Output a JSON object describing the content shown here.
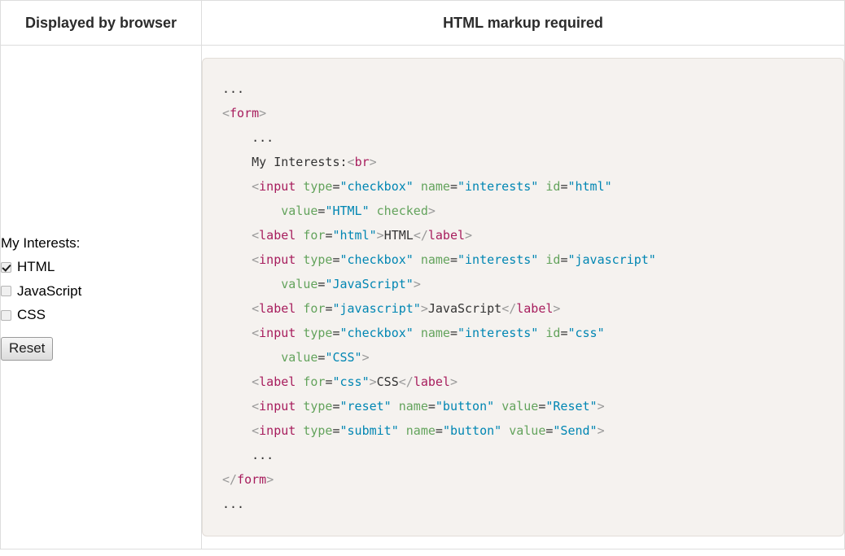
{
  "table": {
    "headers": {
      "left": "Displayed by browser",
      "right": "HTML markup required"
    }
  },
  "demo": {
    "legend": "My Interests:",
    "checkboxes": [
      {
        "label": "HTML",
        "checked": true,
        "id": "html",
        "value": "HTML"
      },
      {
        "label": "JavaScript",
        "checked": false,
        "id": "javascript",
        "value": "JavaScript"
      },
      {
        "label": "CSS",
        "checked": false,
        "id": "css",
        "value": "CSS"
      }
    ],
    "reset_label": "Reset"
  },
  "code": {
    "language": "html",
    "lines": [
      [
        {
          "t": "dots",
          "s": "..."
        }
      ],
      [
        {
          "t": "brk",
          "s": "<"
        },
        {
          "t": "tag",
          "s": "form"
        },
        {
          "t": "brk",
          "s": ">"
        }
      ],
      [
        {
          "t": "dots",
          "s": "    ..."
        }
      ],
      [
        {
          "t": "txt",
          "s": "    My Interests:"
        },
        {
          "t": "brk",
          "s": "<"
        },
        {
          "t": "tag",
          "s": "br"
        },
        {
          "t": "brk",
          "s": ">"
        }
      ],
      [
        {
          "t": "txt",
          "s": "    "
        },
        {
          "t": "brk",
          "s": "<"
        },
        {
          "t": "tag",
          "s": "input"
        },
        {
          "t": "txt",
          "s": " "
        },
        {
          "t": "attr",
          "s": "type"
        },
        {
          "t": "txt",
          "s": "="
        },
        {
          "t": "val",
          "s": "\"checkbox\""
        },
        {
          "t": "txt",
          "s": " "
        },
        {
          "t": "attr",
          "s": "name"
        },
        {
          "t": "txt",
          "s": "="
        },
        {
          "t": "val",
          "s": "\"interests\""
        },
        {
          "t": "txt",
          "s": " "
        },
        {
          "t": "attr",
          "s": "id"
        },
        {
          "t": "txt",
          "s": "="
        },
        {
          "t": "val",
          "s": "\"html\""
        }
      ],
      [
        {
          "t": "txt",
          "s": "        "
        },
        {
          "t": "attr",
          "s": "value"
        },
        {
          "t": "txt",
          "s": "="
        },
        {
          "t": "val",
          "s": "\"HTML\""
        },
        {
          "t": "txt",
          "s": " "
        },
        {
          "t": "attr",
          "s": "checked"
        },
        {
          "t": "brk",
          "s": ">"
        }
      ],
      [
        {
          "t": "txt",
          "s": "    "
        },
        {
          "t": "brk",
          "s": "<"
        },
        {
          "t": "tag",
          "s": "label"
        },
        {
          "t": "txt",
          "s": " "
        },
        {
          "t": "attr",
          "s": "for"
        },
        {
          "t": "txt",
          "s": "="
        },
        {
          "t": "val",
          "s": "\"html\""
        },
        {
          "t": "brk",
          "s": ">"
        },
        {
          "t": "txt",
          "s": "HTML"
        },
        {
          "t": "brk",
          "s": "</"
        },
        {
          "t": "tag",
          "s": "label"
        },
        {
          "t": "brk",
          "s": ">"
        }
      ],
      [
        {
          "t": "txt",
          "s": "    "
        },
        {
          "t": "brk",
          "s": "<"
        },
        {
          "t": "tag",
          "s": "input"
        },
        {
          "t": "txt",
          "s": " "
        },
        {
          "t": "attr",
          "s": "type"
        },
        {
          "t": "txt",
          "s": "="
        },
        {
          "t": "val",
          "s": "\"checkbox\""
        },
        {
          "t": "txt",
          "s": " "
        },
        {
          "t": "attr",
          "s": "name"
        },
        {
          "t": "txt",
          "s": "="
        },
        {
          "t": "val",
          "s": "\"interests\""
        },
        {
          "t": "txt",
          "s": " "
        },
        {
          "t": "attr",
          "s": "id"
        },
        {
          "t": "txt",
          "s": "="
        },
        {
          "t": "val",
          "s": "\"javascript\""
        }
      ],
      [
        {
          "t": "txt",
          "s": "        "
        },
        {
          "t": "attr",
          "s": "value"
        },
        {
          "t": "txt",
          "s": "="
        },
        {
          "t": "val",
          "s": "\"JavaScript\""
        },
        {
          "t": "brk",
          "s": ">"
        }
      ],
      [
        {
          "t": "txt",
          "s": "    "
        },
        {
          "t": "brk",
          "s": "<"
        },
        {
          "t": "tag",
          "s": "label"
        },
        {
          "t": "txt",
          "s": " "
        },
        {
          "t": "attr",
          "s": "for"
        },
        {
          "t": "txt",
          "s": "="
        },
        {
          "t": "val",
          "s": "\"javascript\""
        },
        {
          "t": "brk",
          "s": ">"
        },
        {
          "t": "txt",
          "s": "JavaScript"
        },
        {
          "t": "brk",
          "s": "</"
        },
        {
          "t": "tag",
          "s": "label"
        },
        {
          "t": "brk",
          "s": ">"
        }
      ],
      [
        {
          "t": "txt",
          "s": "    "
        },
        {
          "t": "brk",
          "s": "<"
        },
        {
          "t": "tag",
          "s": "input"
        },
        {
          "t": "txt",
          "s": " "
        },
        {
          "t": "attr",
          "s": "type"
        },
        {
          "t": "txt",
          "s": "="
        },
        {
          "t": "val",
          "s": "\"checkbox\""
        },
        {
          "t": "txt",
          "s": " "
        },
        {
          "t": "attr",
          "s": "name"
        },
        {
          "t": "txt",
          "s": "="
        },
        {
          "t": "val",
          "s": "\"interests\""
        },
        {
          "t": "txt",
          "s": " "
        },
        {
          "t": "attr",
          "s": "id"
        },
        {
          "t": "txt",
          "s": "="
        },
        {
          "t": "val",
          "s": "\"css\""
        }
      ],
      [
        {
          "t": "txt",
          "s": "        "
        },
        {
          "t": "attr",
          "s": "value"
        },
        {
          "t": "txt",
          "s": "="
        },
        {
          "t": "val",
          "s": "\"CSS\""
        },
        {
          "t": "brk",
          "s": ">"
        }
      ],
      [
        {
          "t": "txt",
          "s": "    "
        },
        {
          "t": "brk",
          "s": "<"
        },
        {
          "t": "tag",
          "s": "label"
        },
        {
          "t": "txt",
          "s": " "
        },
        {
          "t": "attr",
          "s": "for"
        },
        {
          "t": "txt",
          "s": "="
        },
        {
          "t": "val",
          "s": "\"css\""
        },
        {
          "t": "brk",
          "s": ">"
        },
        {
          "t": "txt",
          "s": "CSS"
        },
        {
          "t": "brk",
          "s": "</"
        },
        {
          "t": "tag",
          "s": "label"
        },
        {
          "t": "brk",
          "s": ">"
        }
      ],
      [
        {
          "t": "txt",
          "s": "    "
        },
        {
          "t": "brk",
          "s": "<"
        },
        {
          "t": "tag",
          "s": "input"
        },
        {
          "t": "txt",
          "s": " "
        },
        {
          "t": "attr",
          "s": "type"
        },
        {
          "t": "txt",
          "s": "="
        },
        {
          "t": "val",
          "s": "\"reset\""
        },
        {
          "t": "txt",
          "s": " "
        },
        {
          "t": "attr",
          "s": "name"
        },
        {
          "t": "txt",
          "s": "="
        },
        {
          "t": "val",
          "s": "\"button\""
        },
        {
          "t": "txt",
          "s": " "
        },
        {
          "t": "attr",
          "s": "value"
        },
        {
          "t": "txt",
          "s": "="
        },
        {
          "t": "val",
          "s": "\"Reset\""
        },
        {
          "t": "brk",
          "s": ">"
        }
      ],
      [
        {
          "t": "txt",
          "s": "    "
        },
        {
          "t": "brk",
          "s": "<"
        },
        {
          "t": "tag",
          "s": "input"
        },
        {
          "t": "txt",
          "s": " "
        },
        {
          "t": "attr",
          "s": "type"
        },
        {
          "t": "txt",
          "s": "="
        },
        {
          "t": "val",
          "s": "\"submit\""
        },
        {
          "t": "txt",
          "s": " "
        },
        {
          "t": "attr",
          "s": "name"
        },
        {
          "t": "txt",
          "s": "="
        },
        {
          "t": "val",
          "s": "\"button\""
        },
        {
          "t": "txt",
          "s": " "
        },
        {
          "t": "attr",
          "s": "value"
        },
        {
          "t": "txt",
          "s": "="
        },
        {
          "t": "val",
          "s": "\"Send\""
        },
        {
          "t": "brk",
          "s": ">"
        }
      ],
      [
        {
          "t": "dots",
          "s": "    ..."
        }
      ],
      [
        {
          "t": "brk",
          "s": "</"
        },
        {
          "t": "tag",
          "s": "form"
        },
        {
          "t": "brk",
          "s": ">"
        }
      ],
      [
        {
          "t": "dots",
          "s": "..."
        }
      ]
    ]
  },
  "colors": {
    "tag": "#a71d5d",
    "attribute": "#63a35c",
    "value": "#0086b3",
    "bracket": "#999999",
    "text": "#333333",
    "code_background": "#f5f2ef",
    "table_border": "#dddddd"
  }
}
